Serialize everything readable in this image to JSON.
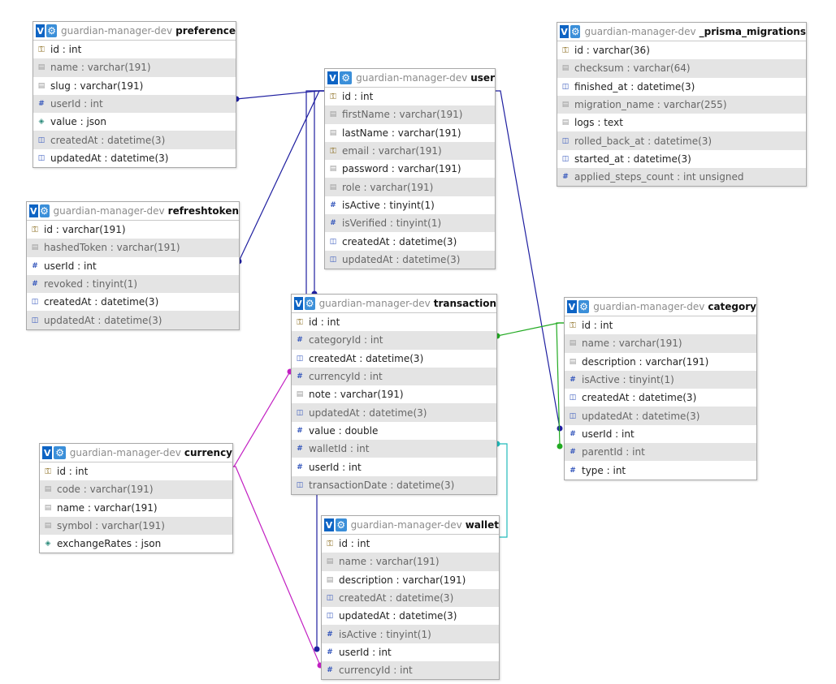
{
  "database": "guardian-manager-dev",
  "toggle_label": "V",
  "tables": [
    {
      "id": "preference",
      "name": "preference",
      "columns": [
        {
          "text": "id : int",
          "icon": "key"
        },
        {
          "text": "name : varchar(191)",
          "icon": "text"
        },
        {
          "text": "slug : varchar(191)",
          "icon": "text"
        },
        {
          "text": "userId : int",
          "icon": "number"
        },
        {
          "text": "value : json",
          "icon": "json"
        },
        {
          "text": "createdAt : datetime(3)",
          "icon": "datetime"
        },
        {
          "text": "updatedAt : datetime(3)",
          "icon": "datetime"
        }
      ]
    },
    {
      "id": "refreshtoken",
      "name": "refreshtoken",
      "columns": [
        {
          "text": "id : varchar(191)",
          "icon": "key"
        },
        {
          "text": "hashedToken : varchar(191)",
          "icon": "text"
        },
        {
          "text": "userId : int",
          "icon": "number"
        },
        {
          "text": "revoked : tinyint(1)",
          "icon": "number"
        },
        {
          "text": "createdAt : datetime(3)",
          "icon": "datetime"
        },
        {
          "text": "updatedAt : datetime(3)",
          "icon": "datetime"
        }
      ]
    },
    {
      "id": "user",
      "name": "user",
      "columns": [
        {
          "text": "id : int",
          "icon": "key"
        },
        {
          "text": "firstName : varchar(191)",
          "icon": "text"
        },
        {
          "text": "lastName : varchar(191)",
          "icon": "text"
        },
        {
          "text": "email : varchar(191)",
          "icon": "key"
        },
        {
          "text": "password : varchar(191)",
          "icon": "text"
        },
        {
          "text": "role : varchar(191)",
          "icon": "text"
        },
        {
          "text": "isActive : tinyint(1)",
          "icon": "number"
        },
        {
          "text": "isVerified : tinyint(1)",
          "icon": "number"
        },
        {
          "text": "createdAt : datetime(3)",
          "icon": "datetime"
        },
        {
          "text": "updatedAt : datetime(3)",
          "icon": "datetime"
        }
      ]
    },
    {
      "id": "prisma",
      "name": "_prisma_migrations",
      "columns": [
        {
          "text": "id : varchar(36)",
          "icon": "key"
        },
        {
          "text": "checksum : varchar(64)",
          "icon": "text"
        },
        {
          "text": "finished_at : datetime(3)",
          "icon": "datetime"
        },
        {
          "text": "migration_name : varchar(255)",
          "icon": "text"
        },
        {
          "text": "logs : text",
          "icon": "text"
        },
        {
          "text": "rolled_back_at : datetime(3)",
          "icon": "datetime"
        },
        {
          "text": "started_at : datetime(3)",
          "icon": "datetime"
        },
        {
          "text": "applied_steps_count : int unsigned",
          "icon": "number"
        }
      ]
    },
    {
      "id": "transaction",
      "name": "transaction",
      "columns": [
        {
          "text": "id : int",
          "icon": "key"
        },
        {
          "text": "categoryId : int",
          "icon": "number"
        },
        {
          "text": "createdAt : datetime(3)",
          "icon": "datetime"
        },
        {
          "text": "currencyId : int",
          "icon": "number"
        },
        {
          "text": "note : varchar(191)",
          "icon": "text"
        },
        {
          "text": "updatedAt : datetime(3)",
          "icon": "datetime"
        },
        {
          "text": "value : double",
          "icon": "number"
        },
        {
          "text": "walletId : int",
          "icon": "number"
        },
        {
          "text": "userId : int",
          "icon": "number"
        },
        {
          "text": "transactionDate : datetime(3)",
          "icon": "datetime"
        }
      ]
    },
    {
      "id": "category",
      "name": "category",
      "columns": [
        {
          "text": "id : int",
          "icon": "key"
        },
        {
          "text": "name : varchar(191)",
          "icon": "text"
        },
        {
          "text": "description : varchar(191)",
          "icon": "text"
        },
        {
          "text": "isActive : tinyint(1)",
          "icon": "number"
        },
        {
          "text": "createdAt : datetime(3)",
          "icon": "datetime"
        },
        {
          "text": "updatedAt : datetime(3)",
          "icon": "datetime"
        },
        {
          "text": "userId : int",
          "icon": "number"
        },
        {
          "text": "parentId : int",
          "icon": "number"
        },
        {
          "text": "type : int",
          "icon": "number"
        }
      ]
    },
    {
      "id": "currency",
      "name": "currency",
      "columns": [
        {
          "text": "id : int",
          "icon": "key"
        },
        {
          "text": "code : varchar(191)",
          "icon": "text"
        },
        {
          "text": "name : varchar(191)",
          "icon": "text"
        },
        {
          "text": "symbol : varchar(191)",
          "icon": "text"
        },
        {
          "text": "exchangeRates : json",
          "icon": "json"
        }
      ]
    },
    {
      "id": "wallet",
      "name": "wallet",
      "columns": [
        {
          "text": "id : int",
          "icon": "key"
        },
        {
          "text": "name : varchar(191)",
          "icon": "text"
        },
        {
          "text": "description : varchar(191)",
          "icon": "text"
        },
        {
          "text": "createdAt : datetime(3)",
          "icon": "datetime"
        },
        {
          "text": "updatedAt : datetime(3)",
          "icon": "datetime"
        },
        {
          "text": "isActive : tinyint(1)",
          "icon": "number"
        },
        {
          "text": "userId : int",
          "icon": "number"
        },
        {
          "text": "currencyId : int",
          "icon": "number"
        }
      ]
    }
  ],
  "relations": [
    {
      "from": "preference.userId",
      "to": "user.id",
      "color": "#1f1fa0"
    },
    {
      "from": "refreshtoken.userId",
      "to": "user.id",
      "color": "#1f1fa0"
    },
    {
      "from": "transaction.userId",
      "to": "user.id",
      "color": "#1f1fa0"
    },
    {
      "from": "wallet.userId",
      "to": "user.id",
      "color": "#1f1fa0"
    },
    {
      "from": "category.userId",
      "to": "user.id",
      "color": "#1f1fa0"
    },
    {
      "from": "transaction.categoryId",
      "to": "category.id",
      "color": "#22aa22"
    },
    {
      "from": "category.parentId",
      "to": "category.id",
      "color": "#22aa22"
    },
    {
      "from": "transaction.currencyId",
      "to": "currency.id",
      "color": "#c21fc2"
    },
    {
      "from": "wallet.currencyId",
      "to": "currency.id",
      "color": "#c21fc2"
    },
    {
      "from": "transaction.walletId",
      "to": "wallet.id",
      "color": "#22bbbb"
    }
  ]
}
